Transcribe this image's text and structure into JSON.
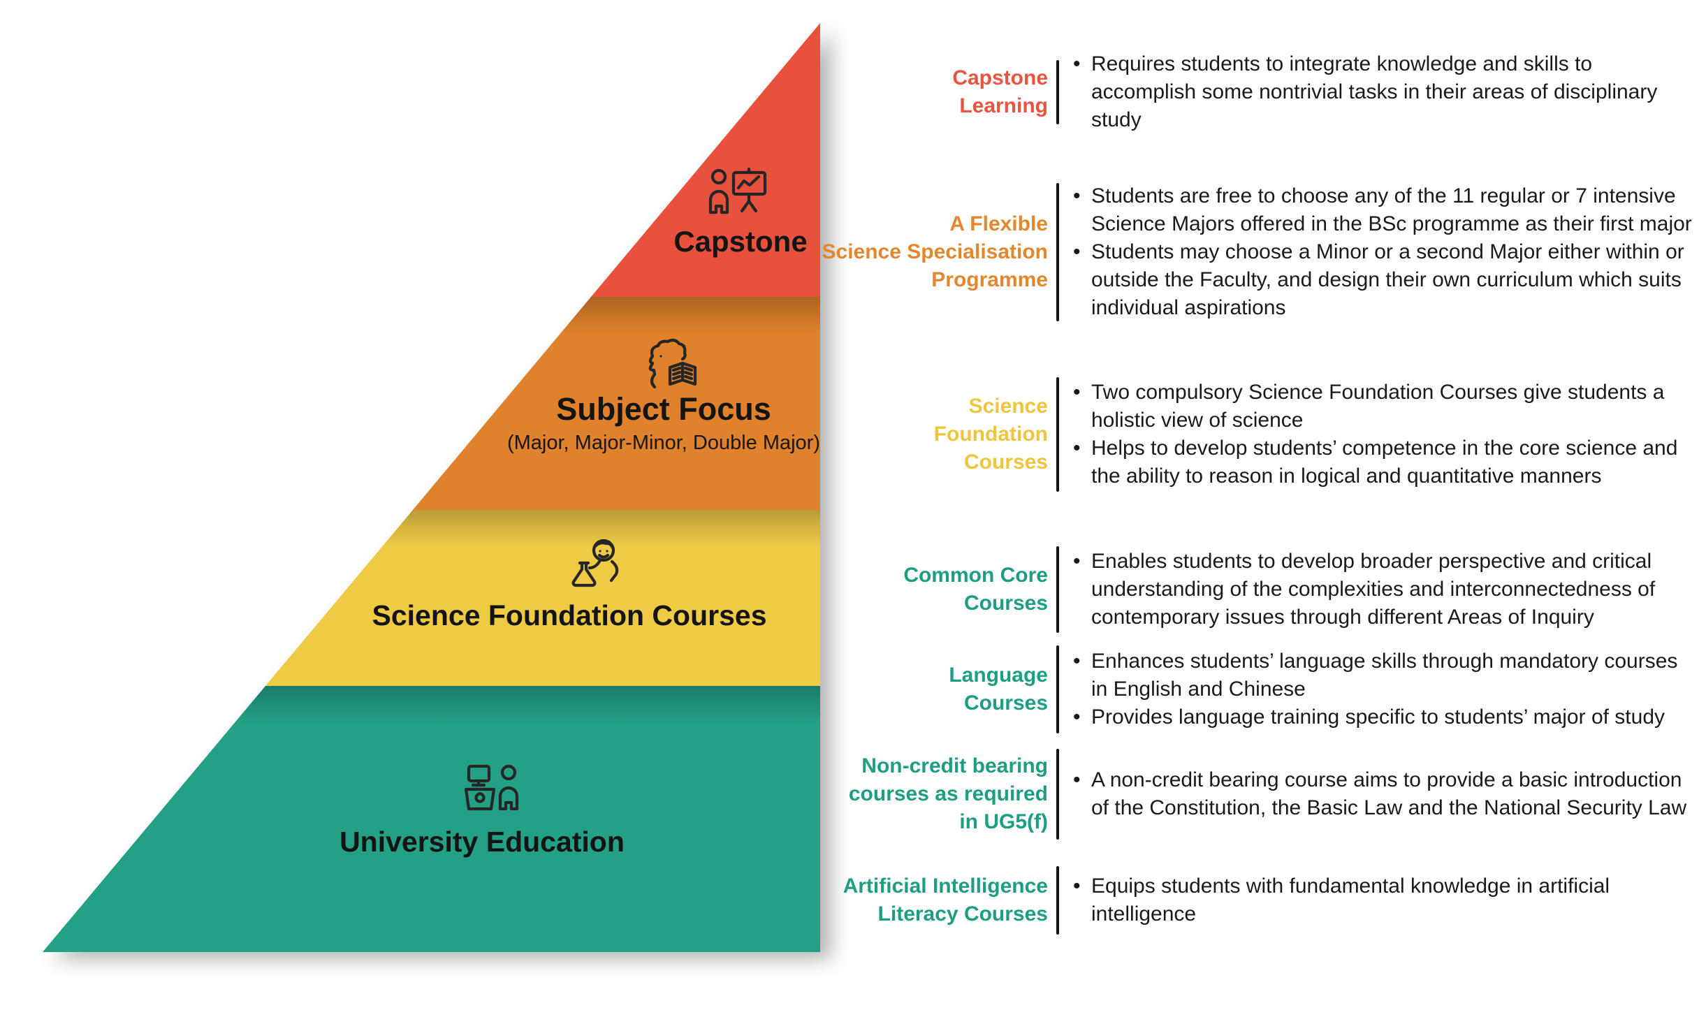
{
  "pyramid": {
    "layers": [
      {
        "name": "capstone",
        "title": "Capstone",
        "color": "#E8513D",
        "icon": "presenter-icon"
      },
      {
        "name": "subject-focus",
        "title": "Subject Focus",
        "subtitle": "(Major, Major-Minor, Double Major)",
        "color": "#E0812B",
        "icon": "person-reading-icon"
      },
      {
        "name": "science-foundation-courses",
        "title": "Science Foundation Courses",
        "color": "#EFCB45",
        "icon": "scientist-flask-icon"
      },
      {
        "name": "university-education",
        "title": "University Education",
        "color": "#23A085",
        "icon": "lecturer-podium-icon"
      }
    ]
  },
  "details": [
    {
      "heading_lines": [
        "Capstone",
        "Learning"
      ],
      "color": "#E9543F",
      "bullets": [
        "Requires students to integrate knowledge and skills to accomplish some nontrivial tasks in their areas of disciplinary study"
      ]
    },
    {
      "heading_lines": [
        "A Flexible",
        "Science Specialisation",
        "Programme"
      ],
      "color": "#E2872E",
      "bullets": [
        "Students are free to choose any of the 11 regular or 7 intensive Science Majors offered in the BSc programme as their first major",
        "Students may choose a Minor or a second Major either within or outside the Faculty, and design their own curriculum which suits individual aspirations"
      ]
    },
    {
      "heading_lines": [
        "Science",
        "Foundation",
        "Courses"
      ],
      "color": "#EFC53F",
      "bullets": [
        "Two compulsory Science Foundation Courses give students a holistic view of science",
        "Helps to develop students’ competence in the core science and the ability to reason in logical and quantitative manners"
      ]
    },
    {
      "heading_lines": [
        "Common Core",
        "Courses"
      ],
      "color": "#1D9E82",
      "bullets": [
        "Enables students to develop broader perspective and critical understanding of the complexities and interconnectedness of contemporary issues through different Areas of Inquiry"
      ]
    },
    {
      "heading_lines": [
        "Language",
        "Courses"
      ],
      "color": "#1D9E82",
      "bullets": [
        "Enhances students’ language skills through mandatory courses in English and Chinese",
        "Provides language training specific to students’ major of study"
      ]
    },
    {
      "heading_lines": [
        "Non-credit bearing",
        "courses as required",
        "in UG5(f)"
      ],
      "color": "#1D9E82",
      "bullets": [
        "A non-credit bearing course aims to provide a basic introduction of the Constitution, the Basic Law and the National Security Law"
      ]
    },
    {
      "heading_lines": [
        "Artificial Intelligence",
        "Literacy Courses"
      ],
      "color": "#1D9E82",
      "bullets": [
        "Equips students with fundamental knowledge in artificial intelligence"
      ]
    }
  ]
}
